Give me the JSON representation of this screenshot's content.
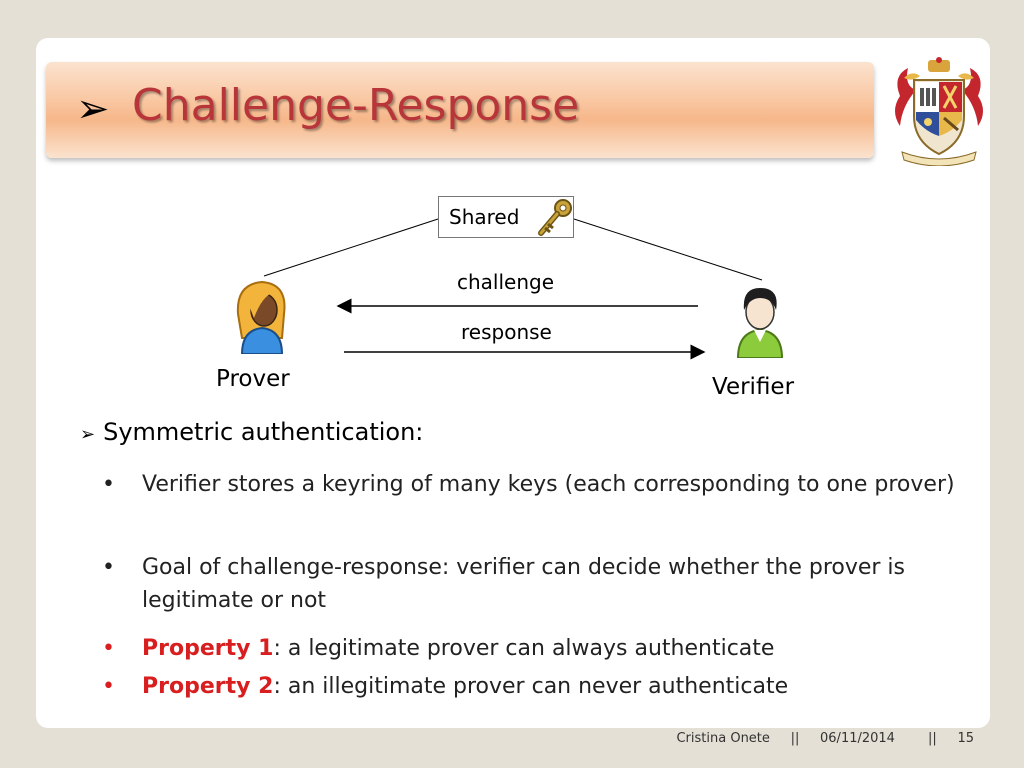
{
  "title": {
    "arrow": "➢",
    "text": "Challenge-Response"
  },
  "diagram": {
    "shared_label": "Shared",
    "challenge_label": "challenge",
    "response_label": "response",
    "prover_label": "Prover",
    "verifier_label": "Verifier"
  },
  "content": {
    "heading_arrow": "➢",
    "heading": "Symmetric authentication:",
    "bullet_char": "•",
    "items": [
      {
        "text": "Verifier stores a keyring of many keys (each corresponding to one prover)"
      },
      {
        "text": "Goal of challenge-response: verifier can decide whether the prover is legitimate or not"
      },
      {
        "bold": "Property 1",
        "text": ": a legitimate prover can always authenticate"
      },
      {
        "bold": "Property 2",
        "text": ": an illegitimate prover can never authenticate"
      }
    ]
  },
  "footer": {
    "author": "Cristina Onete",
    "separator": "||",
    "date": "06/11/2014",
    "page": "15"
  },
  "colors": {
    "title_red": "#b8353a",
    "property_red": "#d81e1e",
    "background": "#e4e0d6"
  }
}
